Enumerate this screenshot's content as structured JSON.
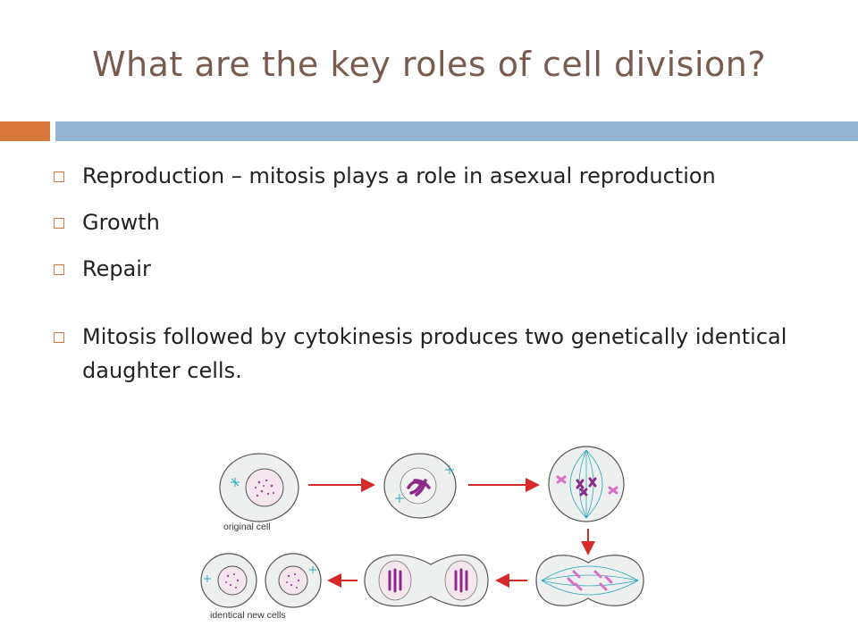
{
  "title": "What are the key roles of cell division?",
  "bullets": [
    "Reproduction – mitosis plays a role in asexual reproduction",
    "Growth",
    "Repair",
    "Mitosis followed by cytokinesis produces two genetically identical daughter cells."
  ],
  "diagram": {
    "caption_original": "original cell",
    "caption_new": "identical new cells"
  },
  "colors": {
    "title": "#7a5c4f",
    "accent_orange": "#d9773b",
    "accent_blue": "#94b4d6",
    "arrow": "#d42a2a",
    "chromosome": "#8c2a8a"
  }
}
